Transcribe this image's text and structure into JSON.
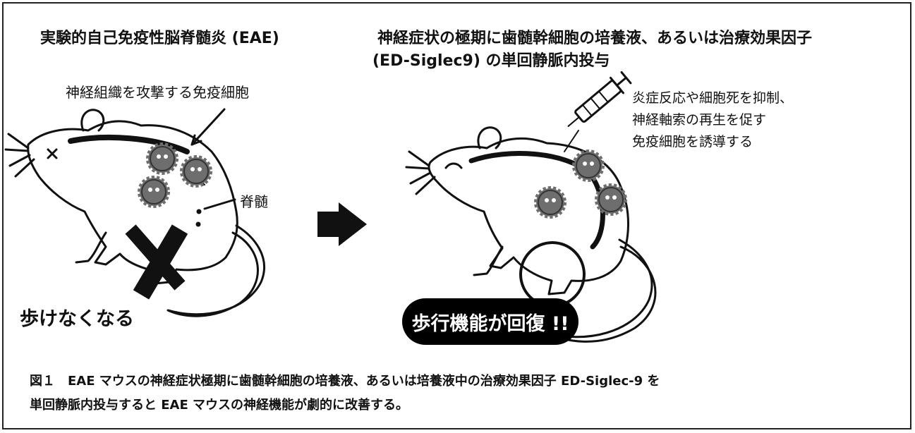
{
  "left_panel": {
    "title": "実験的自己免疫性脳脊髄炎 (EAE)",
    "immune_cell_label": "神経組織を攻撃する免疫細胞",
    "spinal_cord_label": "脊髄",
    "cannot_walk_label": "歩けなくなる"
  },
  "right_panel": {
    "title_line1": "神経症状の極期に歯髄幹細胞の培養液、あるいは治療効果因子",
    "title_line2": "(ED-Siglec9) の単回静脈内投与",
    "effects": [
      "炎症反応や細胞死を抑制、",
      "神経軸索の再生を促す",
      "免疫細胞を誘導する"
    ],
    "recovery_badge": "歩行機能が回復 !!"
  },
  "caption": {
    "line1": "図１　EAE マウスの神経症状極期に歯髄幹細胞の培養液、あるいは培養液中の治療効果因子 ED-Siglec-9 を",
    "line2": "単回静脈内投与すると EAE マウスの神経機能が劇的に改善する。"
  },
  "colors": {
    "ink": "#111111",
    "immune_cell_fill": "#6e6e6e",
    "badge_bg": "#000000",
    "background": "#ffffff"
  }
}
